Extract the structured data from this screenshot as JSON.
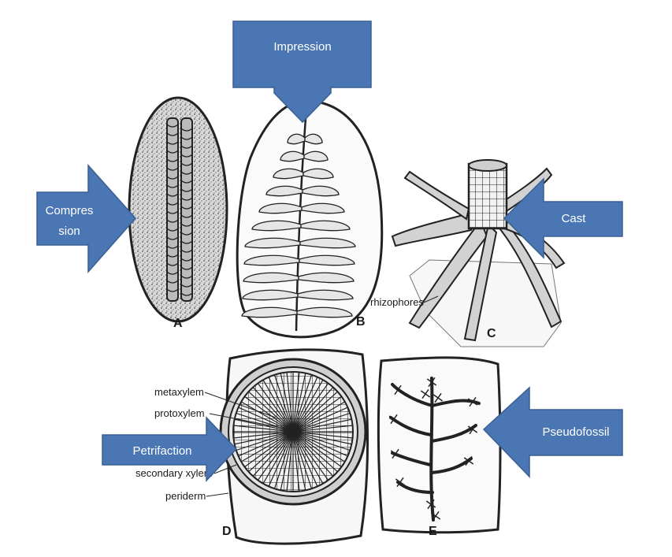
{
  "arrows": {
    "compression": {
      "label_line1": "Compres",
      "label_line2": "sion"
    },
    "impression": {
      "label": "Impression"
    },
    "cast": {
      "label": "Cast"
    },
    "petrifaction": {
      "label": "Petrifaction"
    },
    "pseudofossil": {
      "label": "Pseudofossil"
    }
  },
  "panels": {
    "a": {
      "letter": "A"
    },
    "b": {
      "letter": "B"
    },
    "c": {
      "letter": "C",
      "rhizophores_label": "rhizophores"
    },
    "d": {
      "letter": "D",
      "metaxylem_label": "metaxylem",
      "protoxylem_label": "protoxylem",
      "secondary_xylem_label": "secondary xylem",
      "periderm_label": "periderm"
    },
    "e": {
      "letter": "E"
    }
  },
  "colors": {
    "arrow_fill": "#4a76b4",
    "arrow_stroke": "#3a5f93",
    "arrow_text": "#ffffff",
    "ink": "#1a1a1a"
  }
}
